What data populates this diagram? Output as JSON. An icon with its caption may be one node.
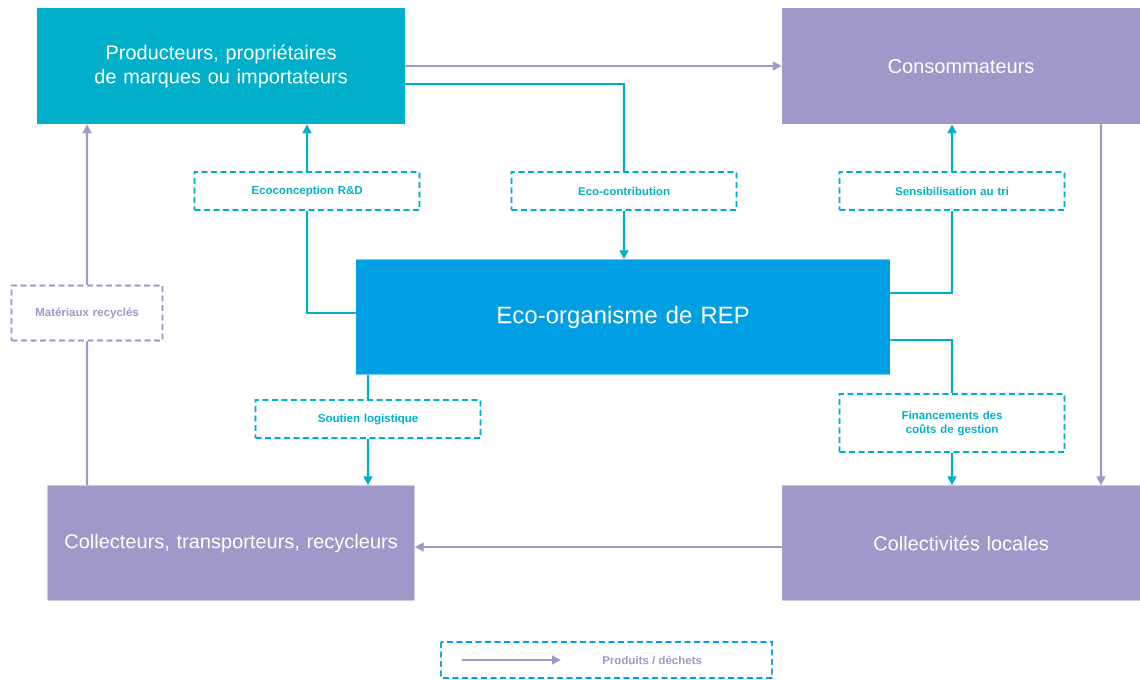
{
  "diagram": {
    "nodes": [
      {
        "text": [
          "Producteurs, propriétaires de marques ou importateurs"
        ]
      },
      {
        "text": [
          "Consommateurs"
        ]
      },
      {
        "text": [
          "Ecoconception R&D"
        ]
      },
      {
        "text": [
          "Eco-contribution"
        ]
      },
      {
        "text": [
          "Sensibilisation au tri"
        ]
      },
      {
        "text": [
          "Matériaux recyclés"
        ]
      },
      {
        "text": [
          "Eco-organisme de REP"
        ]
      },
      {
        "text": [
          "Soutien logistique"
        ]
      },
      {
        "text": [
          "Financements des coûts de gestion"
        ]
      },
      {
        "text": [
          "Collecteurs, transporteurs, recycleurs"
        ]
      },
      {
        "text": [
          "Collectivités locales"
        ]
      }
    ],
    "edges": [
      {
        "from": 0,
        "to": 1,
        "arrow": "to",
        "color": "#a197c9"
      },
      {
        "from": 0,
        "to": 3,
        "arrow": "none",
        "color": "#00b0ca"
      },
      {
        "from": 3,
        "to": 6,
        "arrow": "to",
        "color": "#00b0ca"
      },
      {
        "from": 6,
        "to": 2,
        "arrow": "none",
        "color": "#00b0ca"
      },
      {
        "from": 2,
        "to": 0,
        "arrow": "to",
        "color": "#00b0ca"
      },
      {
        "from": 6,
        "to": 4,
        "arrow": "none",
        "color": "#00b0ca"
      },
      {
        "from": 4,
        "to": 1,
        "arrow": "to",
        "color": "#00b0ca"
      },
      {
        "from": 6,
        "to": 7,
        "arrow": "none",
        "color": "#00b0ca"
      },
      {
        "from": 7,
        "to": 9,
        "arrow": "to",
        "color": "#00b0ca"
      },
      {
        "from": 6,
        "to": 8,
        "arrow": "none",
        "color": "#00b0ca"
      },
      {
        "from": 8,
        "to": 10,
        "arrow": "to",
        "color": "#00b0ca"
      },
      {
        "from": 1,
        "to": 10,
        "arrow": "to",
        "color": "#a197c9"
      },
      {
        "from": 10,
        "to": 9,
        "arrow": "to",
        "color": "#a197c9"
      },
      {
        "from": 9,
        "to": 5,
        "arrow": "none",
        "color": "#a197c9"
      },
      {
        "from": 5,
        "to": 0,
        "arrow": "to",
        "color": "#a197c9"
      }
    ],
    "legend": [
      {
        "text": "Produits / déchets"
      }
    ]
  }
}
